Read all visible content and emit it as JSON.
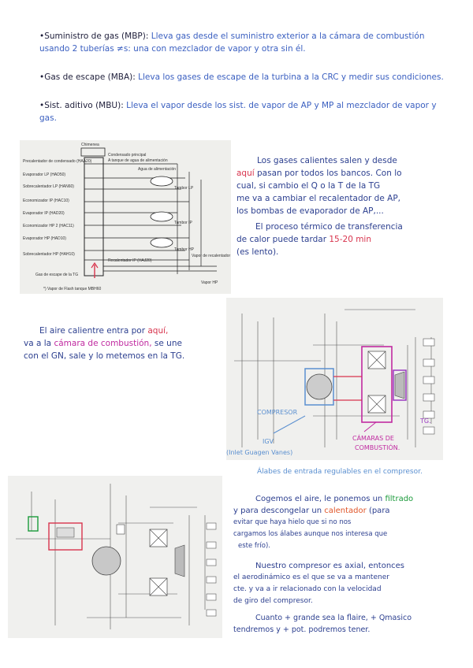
{
  "bullets": [
    {
      "label": "•Suministro de gas (MBP):",
      "text": "Lleva gas desde el suministro exterior a la cámara de combustión usando 2 tuberías ≠s: una con mezclador de vapor y otra sin él."
    },
    {
      "label": "•Gas de escape (MBA):",
      "text": "Lleva los gases de escape de la turbina a la CRC y medir sus condiciones."
    },
    {
      "label": "•Sist. aditivo (MBU):",
      "text": "Lleva el vapor desde los sist. de vapor de AP y MP al mezclador de vapor y gas."
    }
  ],
  "fig1": {
    "labels": {
      "chimenea": "Chimenea",
      "precalentador": "Precalentador de condensado (HAA20)",
      "evaporador_lp": "Evaporador LP (HAD50)",
      "sobrecalentador_lp": "Sobrecalentador LP (HAN60)",
      "economizador": "Economizador IP (HAC10)",
      "evaporador_ip": "Evaporador IP (HAD20)",
      "economizador_hp2": "Economizador HP 2 (HAC11)",
      "evaporador_hp": "Evaporador HP (HAD10)",
      "sobrecalentador_hp": "Sobrecalentador HP (HAH10)",
      "gas_escape": "Gas de escape de la TG",
      "condensado": "Condensado principal",
      "tanque": "A tanque de agua de alimentación",
      "agua_alim": "Agua de alimentación",
      "tambor_lp": "Tambor LP",
      "tambor_ip": "Tambor IP",
      "tambor_hp": "Tambor HP",
      "recalentador": "Recalentador IP (HAJ20)",
      "vapor_recal": "Vapor de recalentador",
      "vapor_hp": "Vapor HP",
      "caption": "*) Vapor de Flash tanque MBH60"
    }
  },
  "note1": {
    "line1a": "Los gases calientes salen y desde",
    "line2a": "aquí",
    "line2b": "pasan por todos los bancos. Con lo",
    "line3": "cual, si cambio el Q o la T de la TG",
    "line4": "me va a cambiar el recalentador de AP,",
    "line5": "los bombas de evaporador de AP,...",
    "line6": "El proceso térmico de transferencia",
    "line7a": "de calor puede tardar",
    "line7b": "15-20 min",
    "line8": "(es lento)."
  },
  "note2": {
    "line1a": "El aire calientre entra por",
    "line1b": "aquí,",
    "line2a": "va a la",
    "line2b": "cámara de combustión,",
    "line2c": "se une",
    "line3": "con el GN, sale y lo metemos en la TG."
  },
  "fig2": {
    "compresor": "COMPRESOR",
    "igv": "IGV",
    "igv_full": "(Inlet Guagen Vanes)",
    "camaras": "CÁMARAS DE",
    "combustion": "COMBUSTIÓN.",
    "tg": "TG.",
    "alabes": "Álabes de entrada regulables en el compresor."
  },
  "note3": {
    "line1a": "Cogemos el aire, le ponemos un",
    "line1b": "filtrado",
    "line2a": "y para descongelar un",
    "line2b": "calentador",
    "line2c": "(para",
    "line3": "evitar que haya hielo que si no nos",
    "line4": "cargamos los álabes aunque nos interesa que",
    "line5": "este frío).",
    "line6": "Nuestro compresor es axial, entonces",
    "line7": "el aerodinámico es el que se va a mantener",
    "line8": "cte. y va a ir relacionado con la velocidad",
    "line9": "de giro del compresor.",
    "line10": "Cuanto + grande sea la flaire, + Qmasico",
    "line11": "tendremos y + pot. podremos tener."
  },
  "colors": {
    "ink": "#2c3f8f",
    "red": "#d8344d",
    "magenta": "#c02aa0",
    "green": "#1a9a3a",
    "blue": "#5a8fd0"
  }
}
